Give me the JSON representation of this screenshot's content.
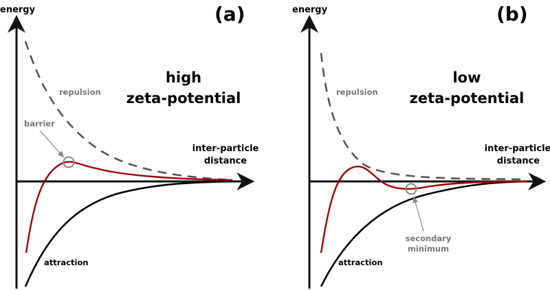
{
  "panels": [
    {
      "label": "(a)",
      "y_axis_label": "energy",
      "x_axis_label_line1": "inter-particle",
      "x_axis_label_line2": "distance",
      "title_line1": "high",
      "title_line2": "zeta-potential",
      "repulsion_label": "repulsion",
      "attraction_label": "attraction",
      "annotation_line1": "barrier"
    },
    {
      "label": "(b)",
      "y_axis_label": "energy",
      "x_axis_label_line1": "inter-particle",
      "x_axis_label_line2": "distance",
      "title_line1": "low",
      "title_line2": "zeta-potential",
      "repulsion_label": "repulsion",
      "attraction_label": "attraction",
      "annotation_line1": "secondary",
      "annotation_line2": "minimum"
    }
  ],
  "colors": {
    "net_curve": "#a00000",
    "repulsion": "#555555",
    "attraction": "#000000",
    "annotation": "#888888"
  }
}
